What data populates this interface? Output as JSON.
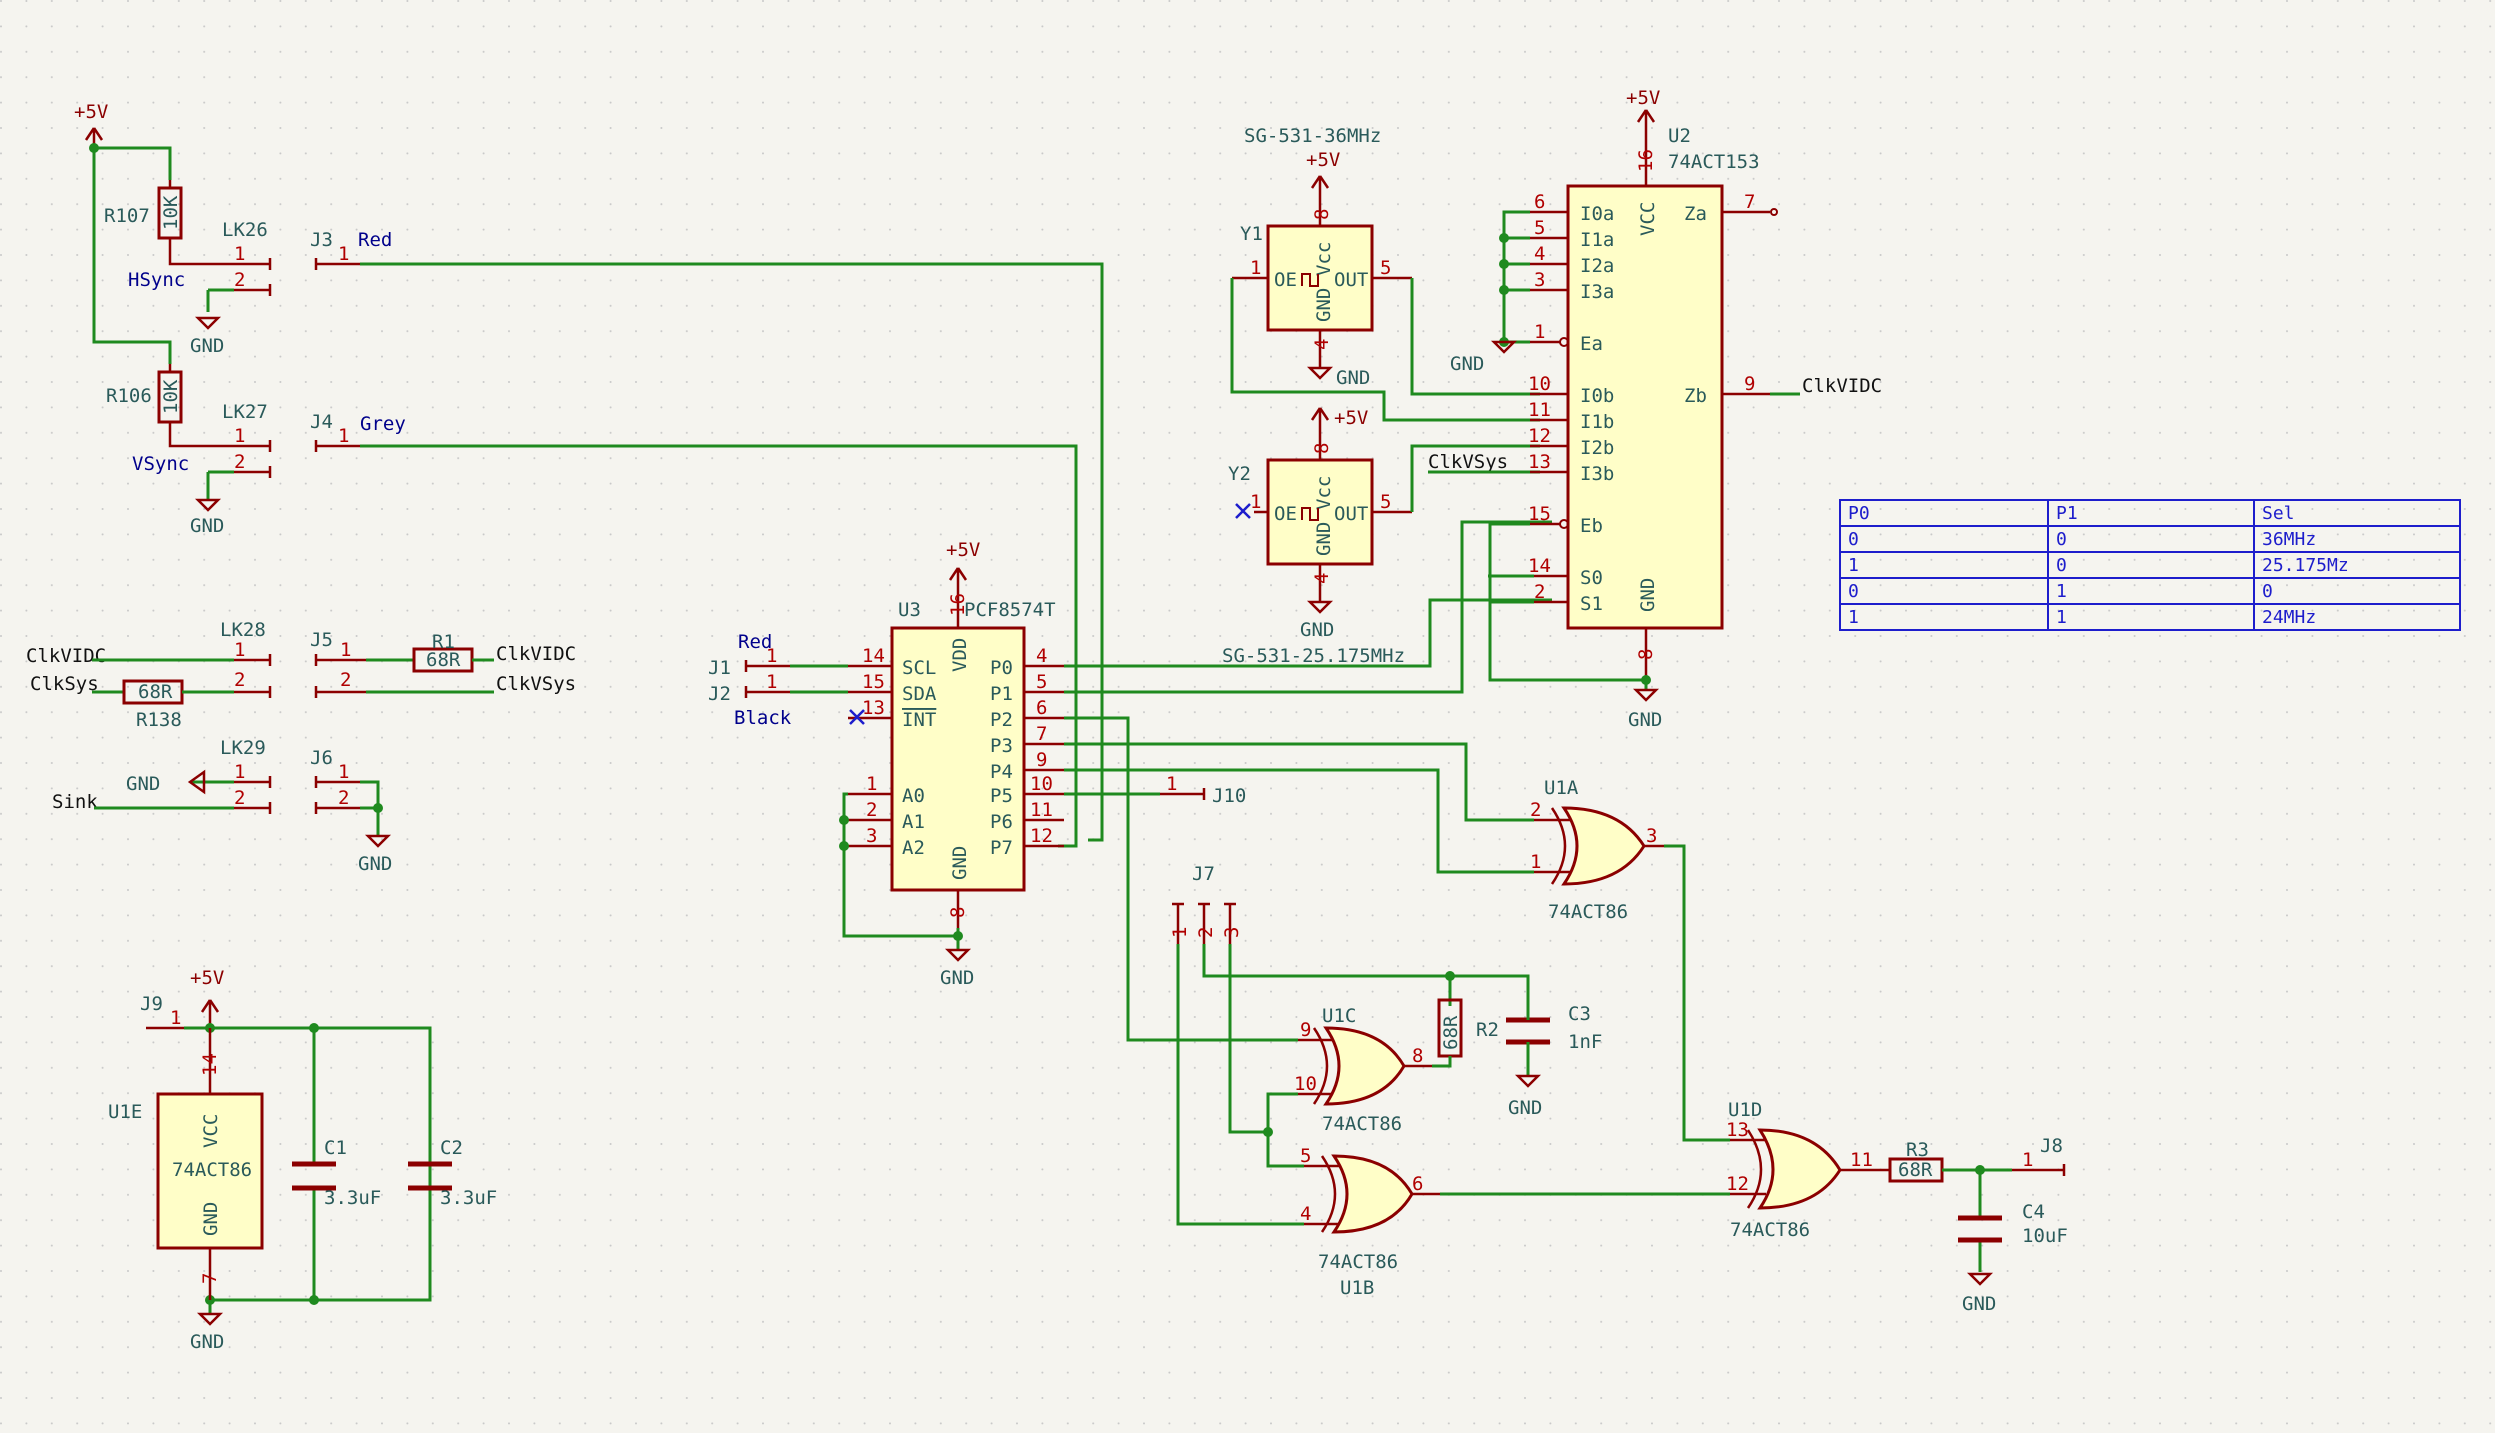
{
  "power": {
    "vcc": "+5V",
    "gnd": "GND"
  },
  "refs": {
    "r107": "R107",
    "r106": "R106",
    "r1": "R1",
    "r138": "R138",
    "r2": "R2",
    "r3": "R3",
    "lk26": "LK26",
    "lk27": "LK27",
    "lk28": "LK28",
    "lk29": "LK29",
    "j1": "J1",
    "j2": "J2",
    "j3": "J3",
    "j4": "J4",
    "j5": "J5",
    "j6": "J6",
    "j7": "J7",
    "j8": "J8",
    "j9": "J9",
    "j10": "J10",
    "u1a": "U1A",
    "u1b": "U1B",
    "u1c": "U1C",
    "u1d": "U1D",
    "u1e": "U1E",
    "u2": "U2",
    "u3": "U3",
    "y1": "Y1",
    "y2": "Y2",
    "c1": "C1",
    "c2": "C2",
    "c3": "C3",
    "c4": "C4"
  },
  "values": {
    "r10k": "10K",
    "r68": "68R",
    "c33u": "3.3uF",
    "c1n": "1nF",
    "c10u": "10uF",
    "xor": "74ACT86",
    "mux": "74ACT153",
    "io": "PCF8574T",
    "y1": "SG-531-36MHz",
    "y2": "SG-531-25.175MHz"
  },
  "nets": {
    "hsync": "HSync",
    "vsync": "VSync",
    "red": "Red",
    "grey": "Grey",
    "black": "Black",
    "clkvidc": "ClkVIDC",
    "clksys": "ClkSys",
    "clkvsys": "ClkVSys",
    "sink": "Sink"
  },
  "pin_names": {
    "scl": "SCL",
    "sda": "SDA",
    "int": "INT",
    "a0": "A0",
    "a1": "A1",
    "a2": "A2",
    "vdd": "VDD",
    "gnd": "GND",
    "vcc": "VCC",
    "vcc2": "Vcc",
    "p0": "P0",
    "p1": "P1",
    "p2": "P2",
    "p3": "P3",
    "p4": "P4",
    "p5": "P5",
    "p6": "P6",
    "p7": "P7",
    "i0a": "I0a",
    "i1a": "I1a",
    "i2a": "I2a",
    "i3a": "I3a",
    "ea": "Ea",
    "i0b": "I0b",
    "i1b": "I1b",
    "i2b": "I2b",
    "i3b": "I3b",
    "eb": "Eb",
    "s0": "S0",
    "s1": "S1",
    "za": "Za",
    "zb": "Zb",
    "oe": "OE",
    "out": "OUT"
  },
  "pins": {
    "p1": "1",
    "p2": "2",
    "p3": "3",
    "p4": "4",
    "p5": "5",
    "p6": "6",
    "p7": "7",
    "p8": "8",
    "p9": "9",
    "p10": "10",
    "p11": "11",
    "p12": "12",
    "p13": "13",
    "p14": "14",
    "p15": "15",
    "p16": "16"
  },
  "table": {
    "headers": [
      "P0",
      "P1",
      "Sel"
    ],
    "rows": [
      [
        "0",
        "0",
        "36MHz"
      ],
      [
        "1",
        "0",
        "25.175Mz"
      ],
      [
        "0",
        "1",
        "0"
      ],
      [
        "1",
        "1",
        "24MHz"
      ]
    ]
  },
  "colors": {
    "wire": "#1f8a1f",
    "symbol": "#8b0000",
    "body": "#fffec8",
    "label": "#2a5a5a",
    "table": "#1d1dcc",
    "background": "#f5f4ef"
  }
}
